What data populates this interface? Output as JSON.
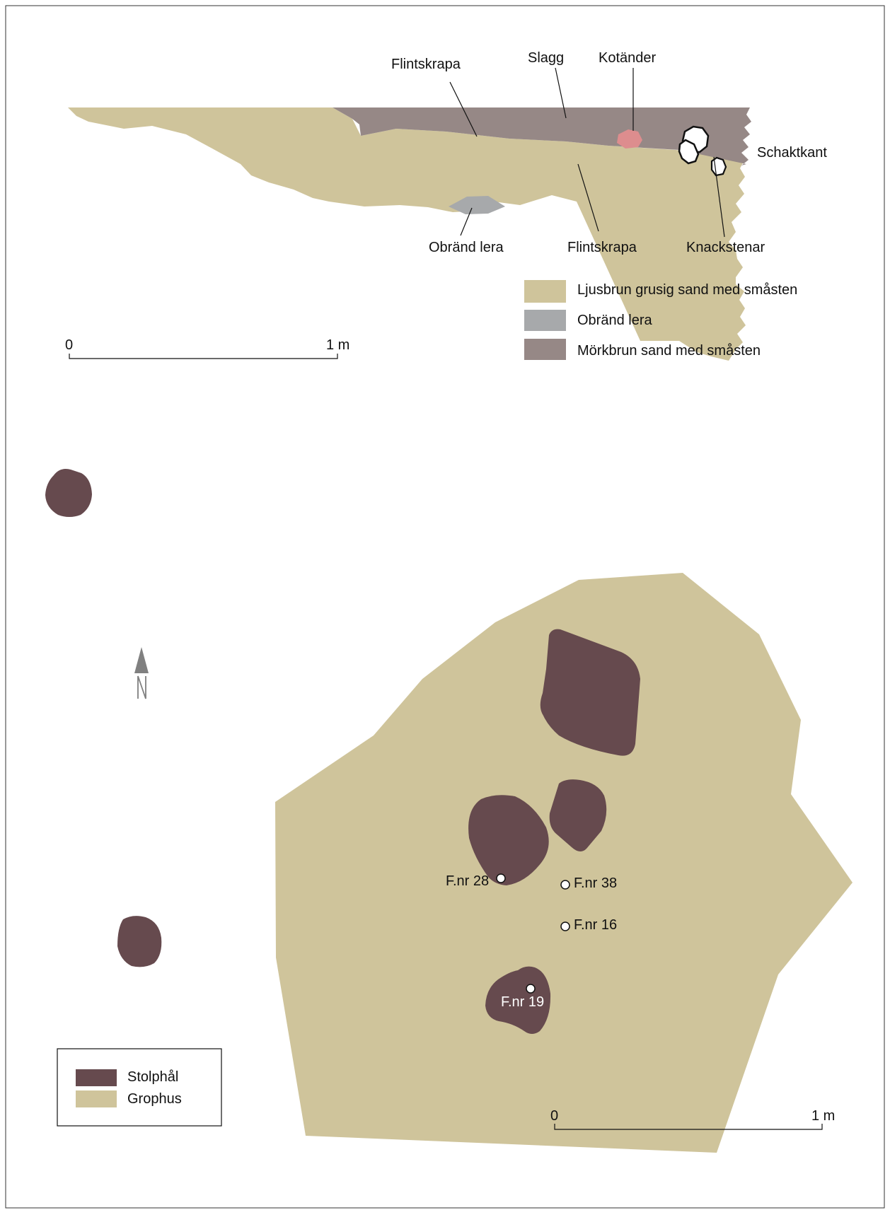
{
  "colors": {
    "light_sand": "#cfc49b",
    "dark_sand": "#968886",
    "unburnt_clay": "#a7a9ab",
    "kotander": "#dd8d8e",
    "posthole": "#664a4e",
    "pithouse": "#cfc49b",
    "find_marker": "#ffffff",
    "ink": "#111111",
    "north_arrow": "#808080"
  },
  "section_profile": {
    "labels": {
      "flintskrapa_top": "Flintskrapa",
      "slagg": "Slagg",
      "kotander": "Kotänder",
      "schaktkant": "Schaktkant",
      "obrand_lera": "Obränd lera",
      "flintskrapa_bottom": "Flintskrapa",
      "knackstenar": "Knackstenar"
    },
    "legend": [
      {
        "label": "Ljusbrun grusig sand med småsten",
        "color": "#cfc49b"
      },
      {
        "label": "Obränd lera",
        "color": "#a7a9ab"
      },
      {
        "label": "Mörkbrun sand med småsten",
        "color": "#968886"
      }
    ],
    "scale": {
      "start_label": "0",
      "end_label": "1 m"
    }
  },
  "plan": {
    "north_label": "N",
    "finds": [
      {
        "label": "F.nr 28"
      },
      {
        "label": "F.nr 38"
      },
      {
        "label": "F.nr 16"
      },
      {
        "label": "F.nr 19"
      }
    ],
    "legend": [
      {
        "label": "Stolphål",
        "color": "#664a4e"
      },
      {
        "label": "Grophus",
        "color": "#cfc49b"
      }
    ],
    "scale": {
      "start_label": "0",
      "end_label": "1 m"
    }
  }
}
